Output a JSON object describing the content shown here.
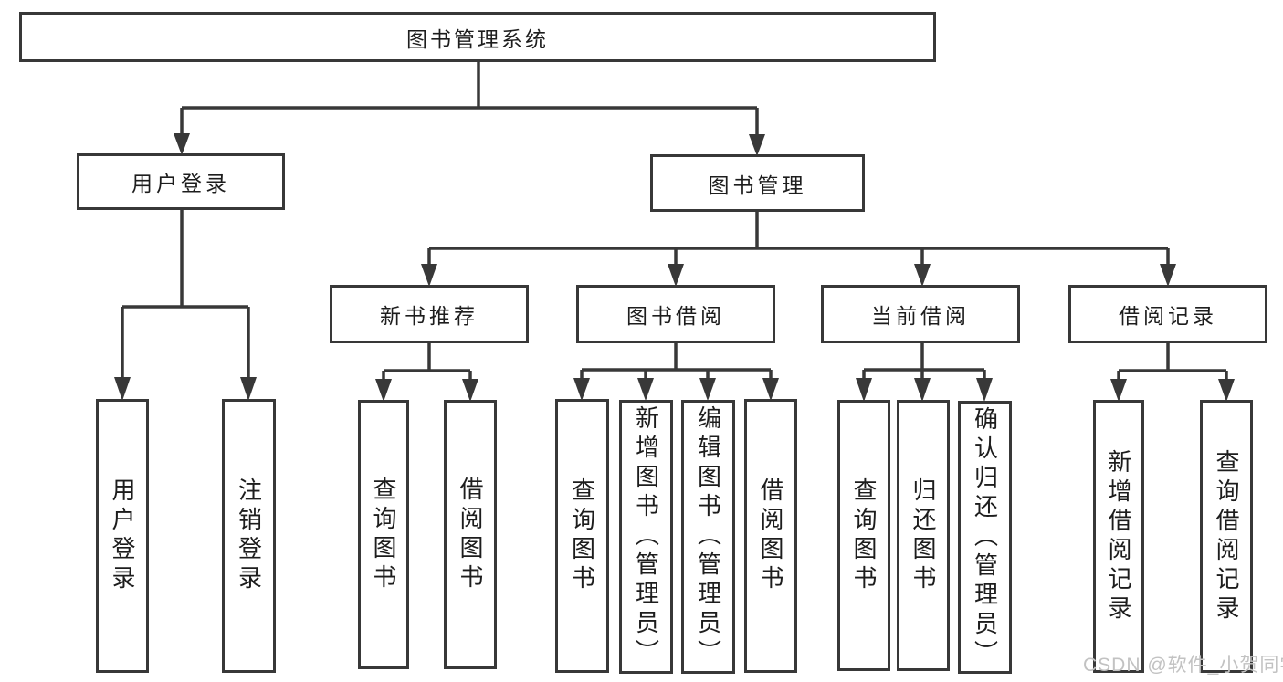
{
  "colors": {
    "background": "#ffffff",
    "line": "#383838",
    "box_border": "#383838",
    "text": "#1d1d1d",
    "watermark": "#c2c2c2"
  },
  "watermark": {
    "text": "CSDN @软件_小贺同学"
  },
  "tree": {
    "root": {
      "label": "图书管理系统"
    },
    "user_login": {
      "label": "用户登录",
      "children": {
        "login": {
          "label": "用户登录"
        },
        "logout": {
          "label": "注销登录"
        }
      }
    },
    "book_management": {
      "label": "图书管理",
      "children": {
        "new_book_recommendation": {
          "label": "新书推荐",
          "children": {
            "query_books": {
              "label": "查询图书"
            },
            "borrow_books": {
              "label": "借阅图书"
            }
          }
        },
        "book_borrowing": {
          "label": "图书借阅",
          "children": {
            "query_books": {
              "label": "查询图书"
            },
            "add_books_admin": {
              "label": "新增图书（管理员）"
            },
            "edit_books_admin": {
              "label": "编辑图书（管理员）"
            },
            "borrow_books": {
              "label": "借阅图书"
            }
          }
        },
        "current_borrowing": {
          "label": "当前借阅",
          "children": {
            "query_books": {
              "label": "查询图书"
            },
            "return_books": {
              "label": "归还图书"
            },
            "confirm_return_admin": {
              "label": "确认归还（管理员）"
            }
          }
        },
        "borrowing_records": {
          "label": "借阅记录",
          "children": {
            "add_borrow_record": {
              "label": "新增借阅记录"
            },
            "query_borrow_record": {
              "label": "查询借阅记录"
            }
          }
        }
      }
    }
  }
}
